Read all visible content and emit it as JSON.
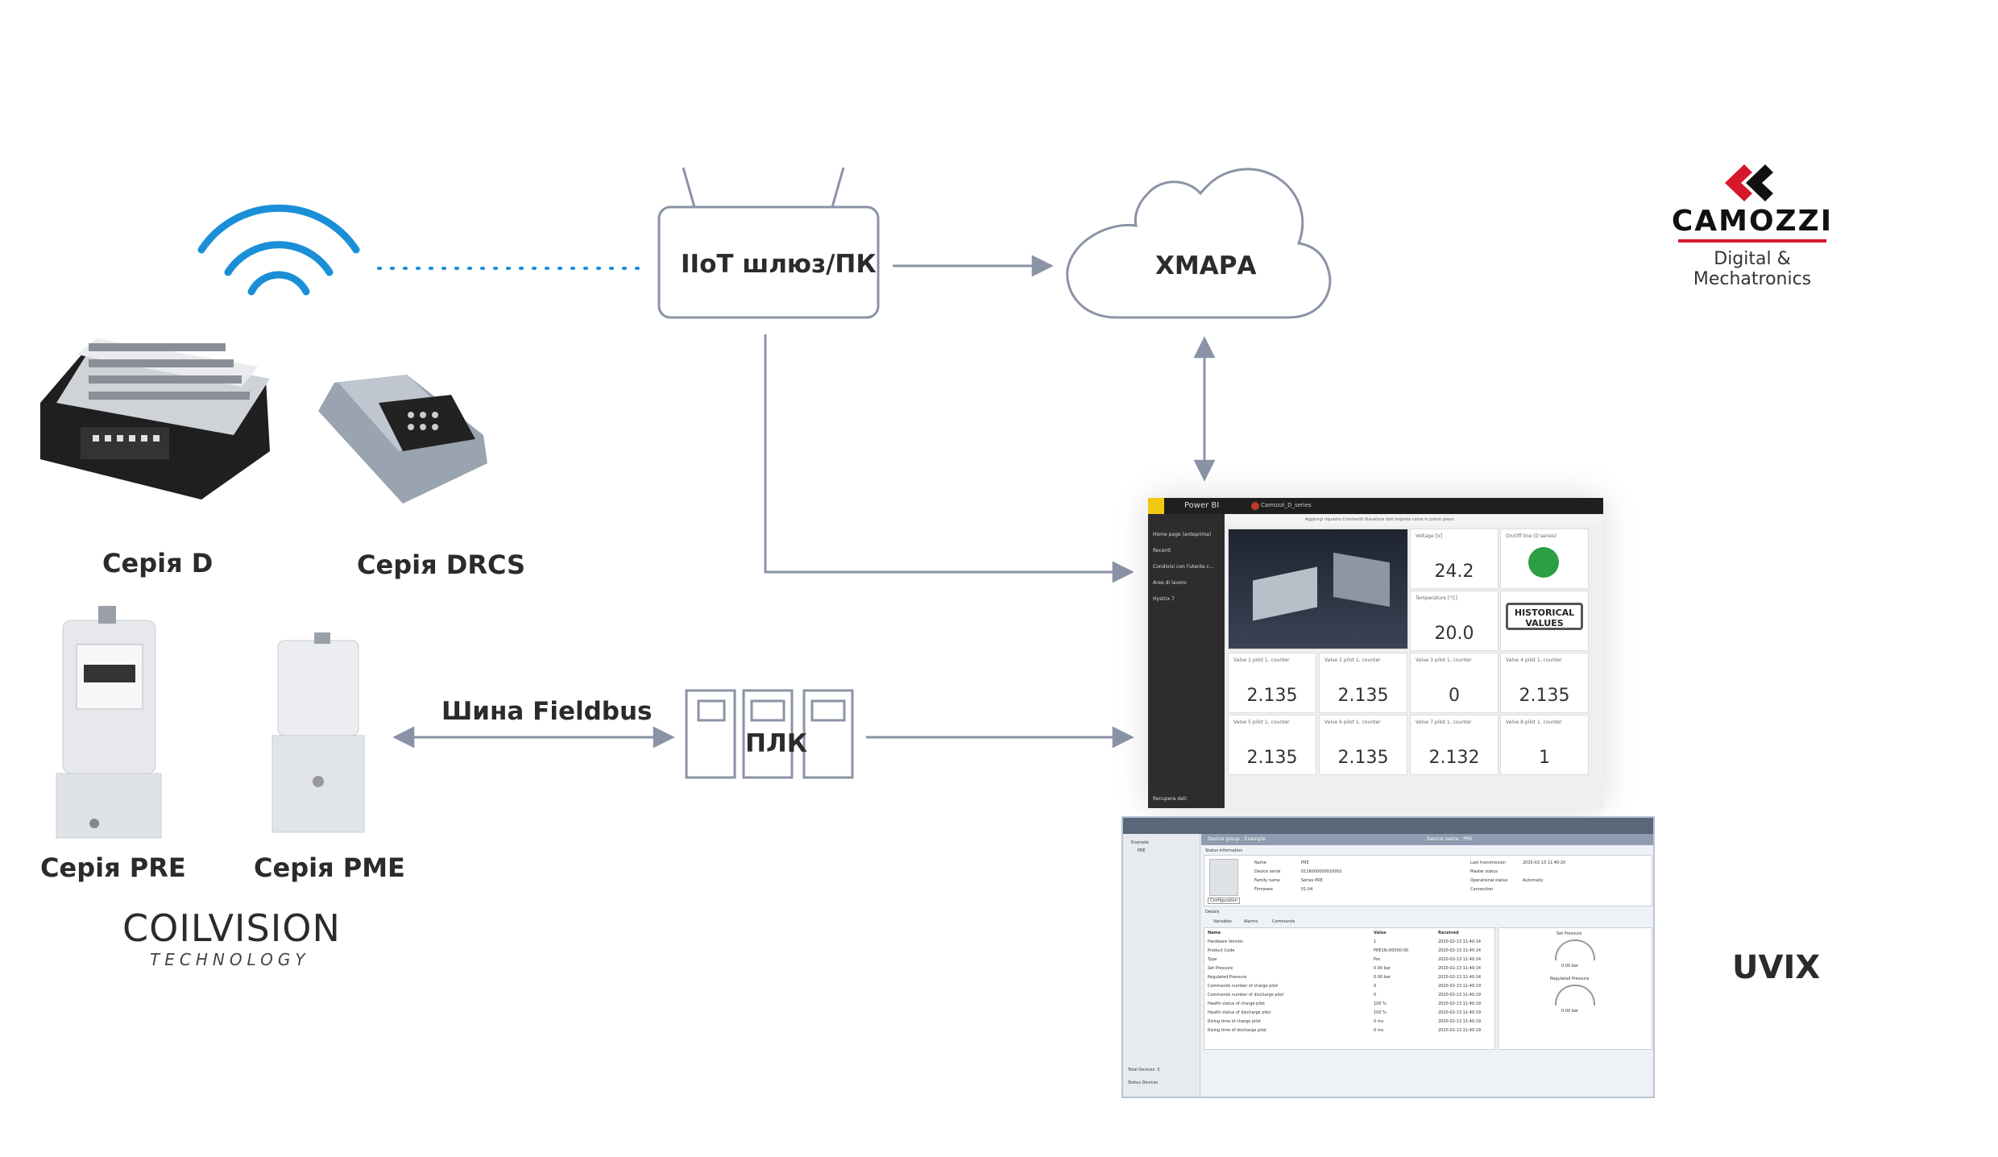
{
  "nodes": {
    "gateway": "IIoT шлюз/ПК",
    "cloud": "ХМАРА",
    "plc": "ПЛК",
    "fieldbus": "Шина Fieldbus"
  },
  "devices": {
    "series_d": "Серія D",
    "series_drcs": "Серія DRCS",
    "series_pre": "Серія PRE",
    "series_pme": "Серія PME"
  },
  "logos": {
    "camozzi": "CAMOZZI",
    "camozzi_sub": "Digital & Mechatronics",
    "coilvision": "COILVISION",
    "coilvision_sub": "TECHNOLOGY",
    "uvix": "UVIX"
  },
  "dashboard": {
    "app": "Power BI",
    "breadcrumb": "Camozzi_D_series",
    "sidebar": [
      "Home page (anteprima)",
      "Recenti",
      "Condivisi con l'utente c...",
      "Aree di lavoro",
      "Hystrix 7"
    ],
    "footer": "Recupera dati",
    "toolbar": "Aggiungi riquadro   Commenti   Visualizza dati   Imposta come in primo piano",
    "voltage": {
      "title": "Voltage [V]",
      "value": "24.2"
    },
    "temperature": {
      "title": "Temperature [°C]",
      "value": "20.0"
    },
    "onoff": {
      "title": "On/Off line (D series)"
    },
    "historical": "HISTORICAL VALUES",
    "valves": [
      {
        "title": "Valve 1 pilot 1, counter",
        "value": "2.135"
      },
      {
        "title": "Valve 2 pilot 1, counter",
        "value": "2.135"
      },
      {
        "title": "Valve 3 pilot 1, counter",
        "value": "0"
      },
      {
        "title": "Valve 4 pilot 1, counter",
        "value": "2.135"
      },
      {
        "title": "Valve 5 pilot 1, counter",
        "value": "2.135"
      },
      {
        "title": "Valve 6 pilot 1, counter",
        "value": "2.135"
      },
      {
        "title": "Valve 7 pilot 1, counter",
        "value": "2.132"
      },
      {
        "title": "Valve 8 pilot 1, counter",
        "value": "1"
      }
    ],
    "status_color": "#2e9e44"
  },
  "uvix_app": {
    "device_group": "Device group : Example",
    "device_name": "Device name : PRE",
    "tree": [
      "Example",
      "PRE"
    ],
    "status_title": "Status information",
    "fields": [
      {
        "k": "Name",
        "v": "PRE"
      },
      {
        "k": "Device serial",
        "v": "0116000000010001"
      },
      {
        "k": "Family name",
        "v": "Series PRE"
      },
      {
        "k": "Firmware",
        "v": "01.04"
      }
    ],
    "fields_right": [
      {
        "k": "Last transmission",
        "v": "2020-02-13 11:40:20"
      },
      {
        "k": "Master status",
        "v": ""
      },
      {
        "k": "Operational status",
        "v": "Automatic"
      },
      {
        "k": "Connection",
        "v": ""
      }
    ],
    "config_button": "Configuration",
    "details": "Details",
    "tabs": [
      "Variables",
      "Alarms",
      "Commands"
    ],
    "table_headers": [
      "Name",
      "Value",
      "Received"
    ],
    "rows": [
      [
        "Hardware Version",
        "1",
        "2020-02-13 11:40:14"
      ],
      [
        "Product Code",
        "PRE1N-D0000-00",
        "2020-02-13 11:40:14"
      ],
      [
        "Type",
        "Pre",
        "2020-02-13 11:40:14"
      ],
      [
        "Set Pressure",
        "0.00 bar",
        "2020-02-13 11:40:14"
      ],
      [
        "Regulated Pressure",
        "0.00 bar",
        "2020-02-13 11:40:14"
      ],
      [
        "Commands number of charge pilot",
        "0",
        "2020-02-13 11:40:19"
      ],
      [
        "Commands number of discharge pilot",
        "0",
        "2020-02-13 11:40:19"
      ],
      [
        "Health status of charge pilot",
        "100 %",
        "2020-02-13 11:40:19"
      ],
      [
        "Health status of discharge pilot",
        "100 %",
        "2020-02-13 11:40:19"
      ],
      [
        "Rising time of charge pilot",
        "0 ms",
        "2020-02-13 11:40:19"
      ],
      [
        "Rising time of discharge pilot",
        "0 ms",
        "2020-02-13 11:40:19"
      ]
    ],
    "gauge1_title": "Set Pressure",
    "gauge1_value": "0.00 bar",
    "gauge2_title": "Regulated Pressure",
    "gauge2_value": "0.00 bar",
    "total_devices": "Total Devices: 3",
    "status_devices": "Status Devices"
  },
  "colors": {
    "wifi": "#1a8fd8",
    "line": "#8a93a6",
    "camozzi_red": "#d6182a"
  }
}
